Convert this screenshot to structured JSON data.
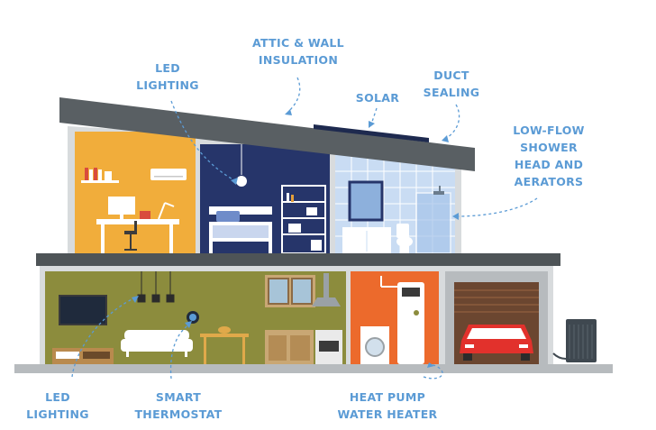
{
  "labels": {
    "attic_insulation": {
      "line1": "ATTIC & WALL",
      "line2": "INSULATION"
    },
    "led_lighting_top": {
      "line1": "LED",
      "line2": "LIGHTING"
    },
    "solar": {
      "line1": "SOLAR"
    },
    "duct_sealing": {
      "line1": "DUCT",
      "line2": "SEALING"
    },
    "low_flow": {
      "line1": "LOW-FLOW",
      "line2": "SHOWER",
      "line3": "HEAD AND",
      "line4": "AERATORS"
    },
    "led_lighting_bottom": {
      "line1": "LED",
      "line2": "LIGHTING"
    },
    "smart_thermostat": {
      "line1": "SMART",
      "line2": "THERMOSTAT"
    },
    "heat_pump": {
      "line1": "HEAT PUMP",
      "line2": "WATER HEATER"
    }
  },
  "colors": {
    "label_blue": "#5b9bd5",
    "roof": "#595f63",
    "wall": "#d4d7d9",
    "office": "#f1ad3b",
    "bedroom": "#26356a",
    "bathroom": "#c9dcf3",
    "living_room": "#8c8c3d",
    "utility": "#ec6a2c",
    "garage_door": "#8b5b3c",
    "car": "#e2312c",
    "ground": "#b7bbbe"
  }
}
